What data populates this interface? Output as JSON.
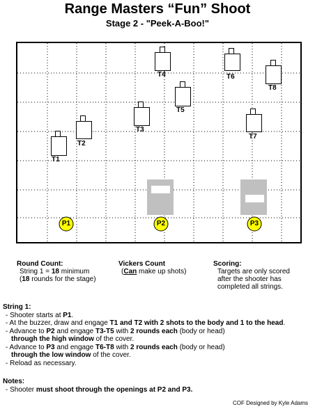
{
  "header": {
    "title": "Range Masters “Fun” Shoot",
    "subtitle": "Stage 2 - \"Peek-A-Boo!\""
  },
  "targets": [
    {
      "id": "T1",
      "label": "T1"
    },
    {
      "id": "T2",
      "label": "T2"
    },
    {
      "id": "T3",
      "label": "T3"
    },
    {
      "id": "T4",
      "label": "T4"
    },
    {
      "id": "T5",
      "label": "T5"
    },
    {
      "id": "T6",
      "label": "T6"
    },
    {
      "id": "T7",
      "label": "T7"
    },
    {
      "id": "T8",
      "label": "T8"
    }
  ],
  "positions": [
    {
      "id": "P1",
      "label": "P1"
    },
    {
      "id": "P2",
      "label": "P2"
    },
    {
      "id": "P3",
      "label": "P3"
    }
  ],
  "colors": {
    "position_marker": "#ffff00",
    "cover": "#c0c0c0",
    "grid": "#000000"
  },
  "round_count": {
    "heading": "Round Count:",
    "line1_prefix": "String 1 = ",
    "line1_bold": "18",
    "line1_suffix": " minimum",
    "line2_prefix": "(",
    "line2_bold": "18",
    "line2_suffix": " rounds for the stage)"
  },
  "vickers": {
    "heading": "Vickers Count",
    "line1_prefix": "(",
    "line1_underlined": "Can",
    "line1_suffix": " make up shots)"
  },
  "scoring": {
    "heading": "Scoring:",
    "lines": [
      "Targets are only scored",
      "after the shooter has",
      "completed all strings."
    ]
  },
  "string1": {
    "heading": "String 1:",
    "items": [
      {
        "parts": [
          "- Shooter starts at ",
          "P1",
          "."
        ]
      },
      {
        "parts": [
          "- At the buzzer, draw and engage ",
          "T1 and T2 with 2 shots to the body and 1 to the head",
          "."
        ]
      },
      {
        "parts": [
          "- Advance to ",
          "P2",
          " and engage ",
          "T3-T5",
          " with ",
          "2 rounds each",
          " (body or head)"
        ]
      },
      {
        "parts": [
          "  ",
          "through the high window",
          " of the cover."
        ]
      },
      {
        "parts": [
          "- Advance to ",
          "P3",
          " and engage ",
          "T6-T8",
          " with ",
          "2 rounds each",
          " (body or head)"
        ]
      },
      {
        "parts": [
          "  ",
          "through the low window",
          " of the cover."
        ]
      },
      {
        "parts": [
          "- Reload as necessary."
        ]
      }
    ]
  },
  "notes": {
    "heading": "Notes:",
    "line_prefix": "- Shooter ",
    "line_bold": "must shoot through the openings at P2 and P3."
  },
  "footer": {
    "credit": "COF Designed by Kyle Adams"
  }
}
